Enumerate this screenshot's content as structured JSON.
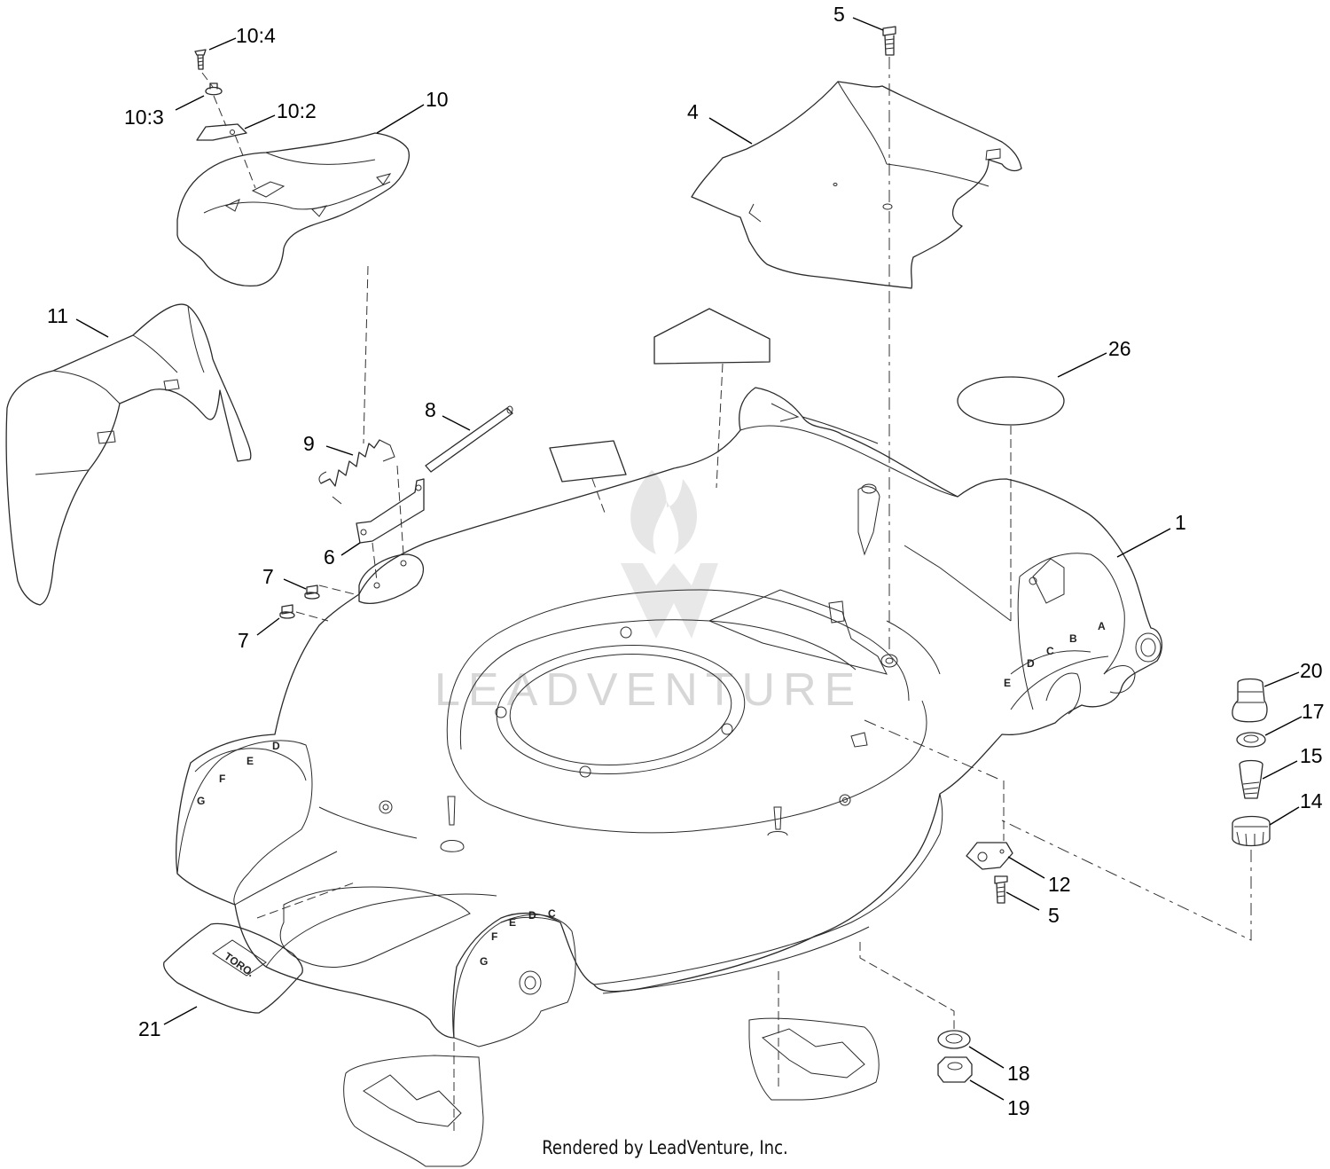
{
  "callouts": {
    "c_10_4": "10:4",
    "c_10_3": "10:3",
    "c_10_2": "10:2",
    "c_10": "10",
    "c_5_top": "5",
    "c_4": "4",
    "c_11": "11",
    "c_26": "26",
    "c_8": "8",
    "c_9": "9",
    "c_1": "1",
    "c_6": "6",
    "c_7_a": "7",
    "c_7_b": "7",
    "c_20": "20",
    "c_17": "17",
    "c_15": "15",
    "c_14": "14",
    "c_12": "12",
    "c_5_bottom": "5",
    "c_21": "21",
    "c_18": "18",
    "c_19": "19"
  },
  "height_dial_letters": {
    "right": [
      "E",
      "D",
      "C",
      "B",
      "A"
    ],
    "left_front": [
      "D",
      "E",
      "F",
      "G"
    ],
    "front": [
      "G",
      "F",
      "E",
      "D",
      "C"
    ]
  },
  "decal_text": "TORO.",
  "watermark": "LEADVENTURE",
  "footer": "Rendered by LeadVenture, Inc."
}
